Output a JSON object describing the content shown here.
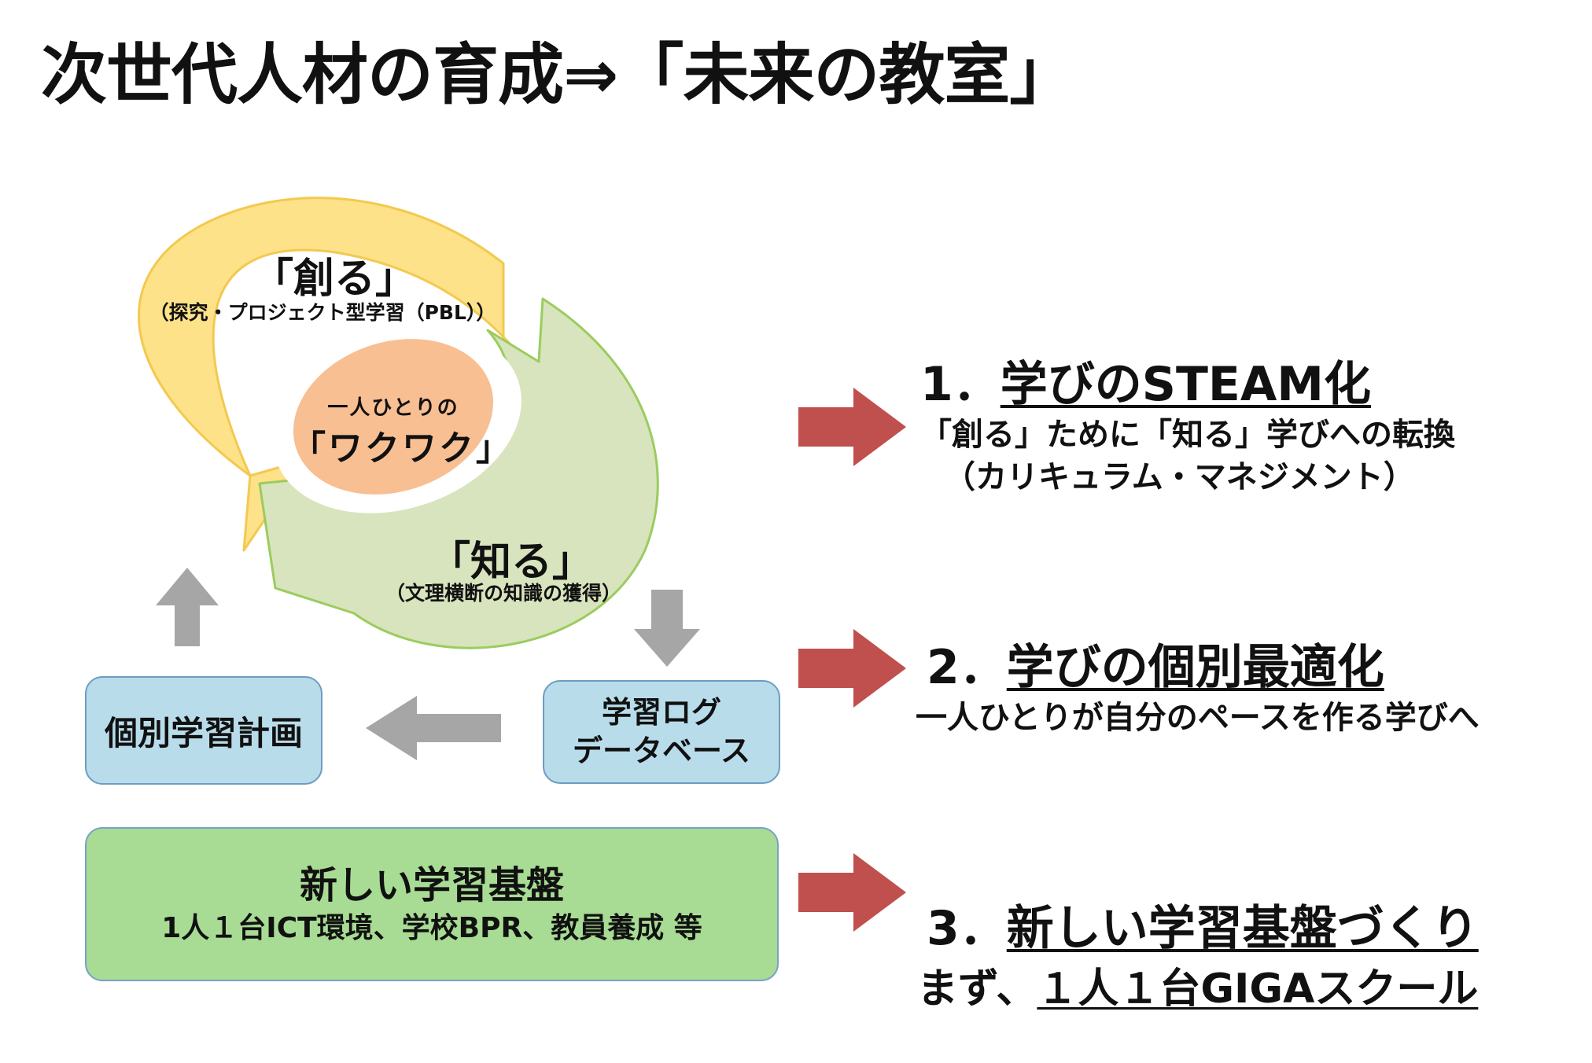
{
  "page": {
    "title": "次世代人材の育成⇒「未来の教室」"
  },
  "cycle": {
    "create": {
      "title": "「創る」",
      "subtitle": "（探究・プロジェクト型学習（PBL））"
    },
    "know": {
      "title": "「知る」",
      "subtitle": "（文理横断の知識の獲得）"
    },
    "center": {
      "subtitle": "一人ひとりの",
      "title": "「ワクワク」"
    }
  },
  "boxes": {
    "learning_plan": "個別学習計画",
    "learning_log_line1": "学習ログ",
    "learning_log_line2": "データベース",
    "foundation_title": "新しい学習基盤",
    "foundation_detail": "1人１台ICT環境、学校BPR、教員養成 等"
  },
  "points": [
    {
      "number": "1．",
      "heading": "学びのSTEAM化",
      "desc_line1": "「創る」ために「知る」学びへの転換",
      "desc_line2": "（カリキュラム・マネジメント）"
    },
    {
      "number": "2．",
      "heading": "学びの個別最適化",
      "desc_line1": "一人ひとりが自分のペースを作る学びへ"
    },
    {
      "number": "3．",
      "heading": "新しい学習基盤づくり",
      "desc_prefix": "まず、",
      "desc_underlined": "１人１台GIGAスクール"
    }
  ],
  "colors": {
    "create_fill": "#fde28a",
    "create_stroke": "#f3c94f",
    "know_fill": "#d7e4bd",
    "know_stroke": "#9bcc5d",
    "center_fill": "#f8bf93",
    "box_blue": "#b8dcea",
    "box_green": "#a8dc94",
    "red_arrow": "#c0504d",
    "gray_arrow": "#a6a6a6"
  }
}
